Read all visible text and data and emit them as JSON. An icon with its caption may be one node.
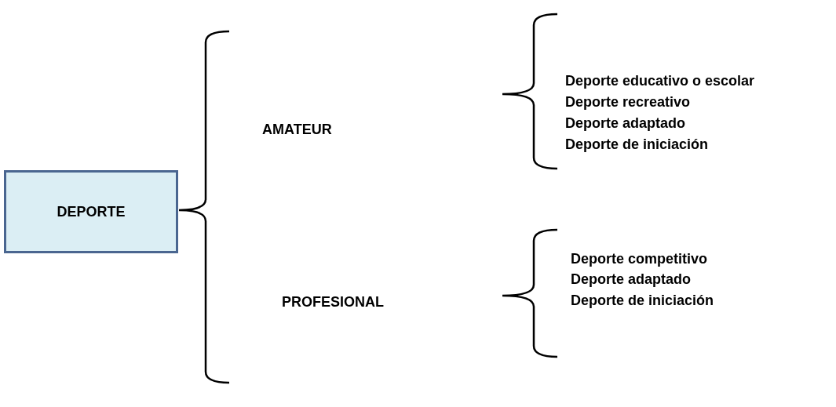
{
  "diagram": {
    "nodes": [
      {
        "text": [
          "DEPORTE"
        ]
      }
    ],
    "labels": [
      "AMATEUR",
      "Deporte educativo o escolar",
      "Deporte recreativo",
      "Deporte adaptado",
      "Deporte de iniciación",
      "PROFESIONAL",
      "Deporte competitivo",
      "Deporte adaptado",
      "Deporte de iniciación"
    ]
  }
}
